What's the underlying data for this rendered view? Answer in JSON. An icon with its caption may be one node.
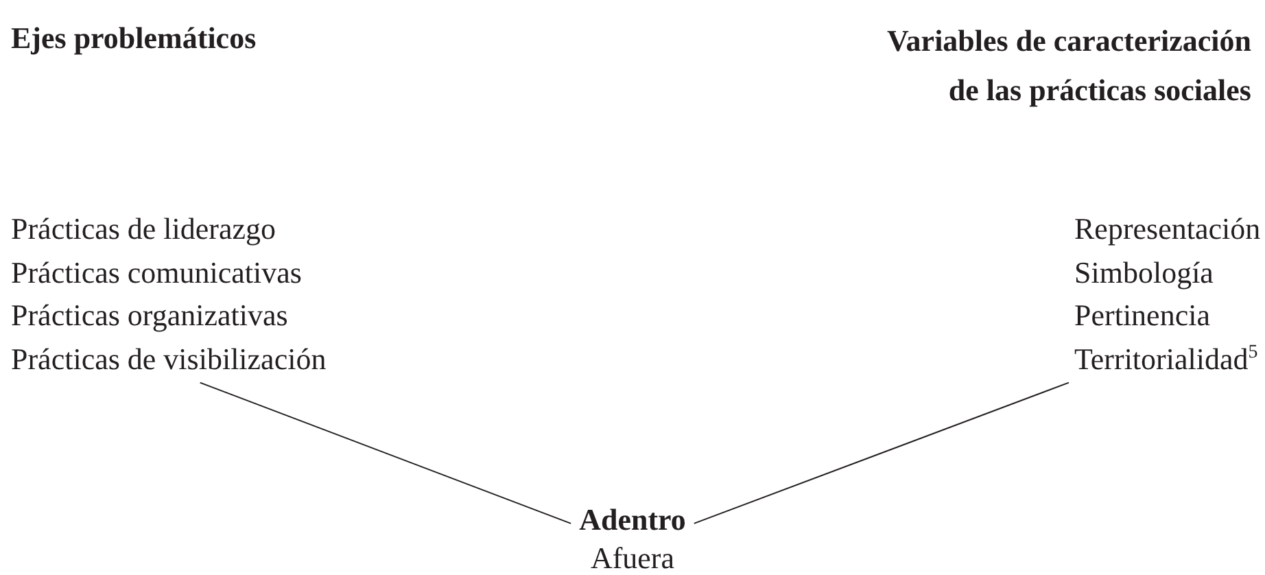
{
  "diagram": {
    "nodes": [
      {
        "text": [
          "Prácticas de liderazgo",
          "Prácticas comunicativas",
          "Prácticas organizativas",
          "Prácticas de visibilización"
        ]
      },
      {
        "text": [
          "Representación",
          "Simbología",
          "Pertinencia",
          "Territorialidad$^{5}$"
        ]
      },
      {
        "text": [
          "Adentro"
        ]
      }
    ],
    "edges": [
      {
        "from": 0,
        "to": 2,
        "arrow": "none"
      },
      {
        "from": 1,
        "to": 2,
        "arrow": "none"
      }
    ],
    "labels": [
      "Ejes problemáticos",
      "Variables de caracterización de las prácticas sociales",
      "Afuera"
    ]
  }
}
